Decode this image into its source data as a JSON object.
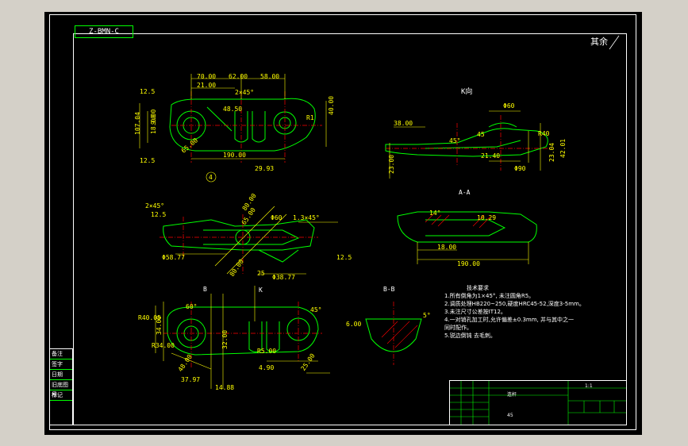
{
  "drawing_code": "Z-BMN-C",
  "finish_mark": "其余",
  "views": {
    "top": {
      "dims_top": [
        "70.00",
        "62.00",
        "58.00",
        "21.00"
      ],
      "labels": [
        "2×45°",
        "12.5",
        "48.50",
        "107.04",
        "18.00",
        "9.00",
        "R1",
        "40.00",
        "190.00",
        "29.93",
        "12.5",
        "4",
        "65.00"
      ]
    },
    "k_view": {
      "title": "K向",
      "labels": [
        "Φ60",
        "38.00",
        "45°",
        "45",
        "R40",
        "21.40",
        "Φ90",
        "23.04",
        "42.01",
        "23.00"
      ]
    },
    "front": {
      "labels": [
        "2×45°",
        "12.5",
        "Φ60",
        "Φ58.77",
        "65.00",
        "80.00",
        "80.00",
        "1.3×45°",
        "12.5",
        "25",
        "Φ38.77"
      ]
    },
    "section_aa": {
      "title": "A-A",
      "labels": [
        "14°",
        "10.29",
        "18.00",
        "190.00"
      ]
    },
    "bottom": {
      "labels": [
        "R40.05",
        "60°",
        "34.00",
        "R34.00",
        "45°",
        "R5.00",
        "48.00",
        "37.97",
        "14.88",
        "32.00",
        "4.90",
        "25.00",
        "B",
        "K"
      ]
    },
    "section_bb": {
      "title": "B-B",
      "labels": [
        "6.00",
        "5°"
      ]
    }
  },
  "notes": {
    "title": "技术要求",
    "lines": [
      "1.所有倒角为1×45°, 未注圆角R5。",
      "2.调质处理HB220~250,硬度HRC45-52,深度3-5mm。",
      "3.未注尺寸公差按IT12。",
      "4.一对销孔加工时,允许偏差±0.3mm, 并与其中之一",
      "  同时配作。",
      "5.锐边倒钝 去毛刺。"
    ]
  },
  "left_strip": [
    "备注",
    "签字",
    "日期",
    "旧底图号",
    "标记"
  ],
  "title_block": {
    "part_name": "连杆",
    "material": "45",
    "scale": "1:1"
  },
  "colors": {
    "outline": "#00ff00",
    "dimension": "#ffff00",
    "centerline": "#ff0000",
    "text": "#ffffff",
    "background": "#000000"
  }
}
